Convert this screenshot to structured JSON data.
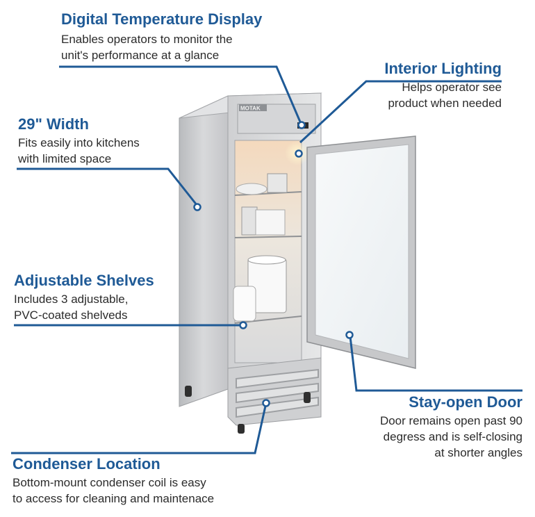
{
  "brand": "MOTAK",
  "callouts": {
    "digital_display": {
      "heading": "Digital Temperature Display",
      "lines": [
        "Enables operators to monitor the",
        "unit's performance at a glance"
      ]
    },
    "interior_lighting": {
      "heading": "Interior Lighting",
      "lines": [
        "Helps operator see",
        "product when needed"
      ]
    },
    "width": {
      "heading": "29\" Width",
      "lines": [
        "Fits easily into kitchens",
        "with limited space"
      ]
    },
    "shelves": {
      "heading": "Adjustable Shelves",
      "lines": [
        "Includes 3 adjustable,",
        "PVC-coated shelveds"
      ]
    },
    "stay_open_door": {
      "heading": "Stay-open Door",
      "lines": [
        "Door remains open past 90",
        "degress and is self-closing",
        "at shorter angles"
      ]
    },
    "condenser": {
      "heading": "Condenser Location",
      "lines": [
        "Bottom-mount condenser coil is easy",
        "to access for cleaning and maintenace"
      ]
    }
  },
  "colors": {
    "accent": "#1f5a96",
    "text": "#2b2b2b",
    "steel": "#c9cacc",
    "interior_warm": "#efe3d2"
  }
}
